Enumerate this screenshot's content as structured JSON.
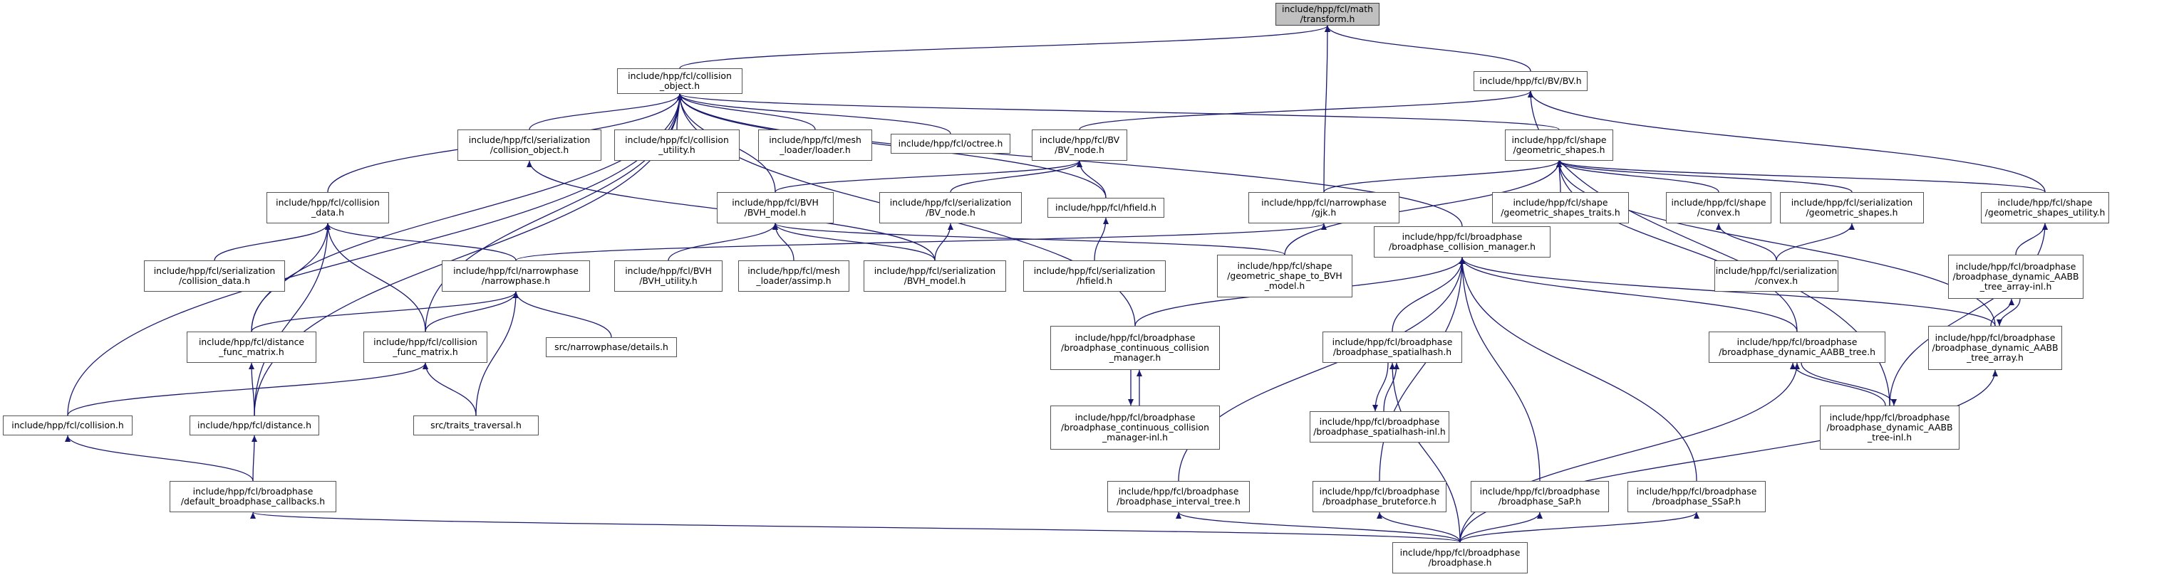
{
  "colors": {
    "edge": "#191970",
    "node_border": "#555555",
    "root_fill": "#c0c0c0",
    "background": "#ffffff"
  },
  "nodes": {
    "transform": [
      "include/hpp/fcl/math",
      "/transform.h"
    ],
    "collision_object": [
      "include/hpp/fcl/collision",
      "_object.h"
    ],
    "bv": [
      "include/hpp/fcl/BV/BV.h"
    ],
    "ser_collision_object": [
      "include/hpp/fcl/serialization",
      "/collision_object.h"
    ],
    "collision_utility": [
      "include/hpp/fcl/collision",
      "_utility.h"
    ],
    "mesh_loader": [
      "include/hpp/fcl/mesh",
      "_loader/loader.h"
    ],
    "octree": [
      "include/hpp/fcl/octree.h"
    ],
    "bv_node": [
      "include/hpp/fcl/BV",
      "/BV_node.h"
    ],
    "shape_geometric_shapes": [
      "include/hpp/fcl/shape",
      "/geometric_shapes.h"
    ],
    "collision_data": [
      "include/hpp/fcl/collision",
      "_data.h"
    ],
    "bvh_model": [
      "include/hpp/fcl/BVH",
      "/BVH_model.h"
    ],
    "ser_bv_node": [
      "include/hpp/fcl/serialization",
      "/BV_node.h"
    ],
    "hfield": [
      "include/hpp/fcl/hfield.h"
    ],
    "narrowphase_gjk": [
      "include/hpp/fcl/narrowphase",
      "/gjk.h"
    ],
    "shape_traits": [
      "include/hpp/fcl/shape",
      "/geometric_shapes_traits.h"
    ],
    "shape_convex": [
      "include/hpp/fcl/shape",
      "/convex.h"
    ],
    "ser_geometric_shapes": [
      "include/hpp/fcl/serialization",
      "/geometric_shapes.h"
    ],
    "shape_utility": [
      "include/hpp/fcl/shape",
      "/geometric_shapes_utility.h"
    ],
    "ser_collision_data": [
      "include/hpp/fcl/serialization",
      "/collision_data.h"
    ],
    "narrowphase": [
      "include/hpp/fcl/narrowphase",
      "/narrowphase.h"
    ],
    "bvh_utility": [
      "include/hpp/fcl/BVH",
      "/BVH_utility.h"
    ],
    "mesh_assimp": [
      "include/hpp/fcl/mesh",
      "_loader/assimp.h"
    ],
    "ser_bvh_model": [
      "include/hpp/fcl/serialization",
      "/BVH_model.h"
    ],
    "ser_hfield": [
      "include/hpp/fcl/serialization",
      "/hfield.h"
    ],
    "shape_to_bvh": [
      "include/hpp/fcl/shape",
      "/geometric_shape_to_BVH",
      "_model.h"
    ],
    "bp_collision_manager": [
      "include/hpp/fcl/broadphase",
      "/broadphase_collision_manager.h"
    ],
    "ser_convex": [
      "include/hpp/fcl/serialization",
      "/convex.h"
    ],
    "bp_aabb_array_inl": [
      "include/hpp/fcl/broadphase",
      "/broadphase_dynamic_AABB",
      "_tree_array-inl.h"
    ],
    "distance_func_matrix": [
      "include/hpp/fcl/distance",
      "_func_matrix.h"
    ],
    "collision_func_matrix": [
      "include/hpp/fcl/collision",
      "_func_matrix.h"
    ],
    "src_details": [
      "src/narrowphase/details.h"
    ],
    "bp_continuous": [
      "include/hpp/fcl/broadphase",
      "/broadphase_continuous_collision",
      "_manager.h"
    ],
    "bp_spatialhash": [
      "include/hpp/fcl/broadphase",
      "/broadphase_spatialhash.h"
    ],
    "bp_dynamic_aabb_tree": [
      "include/hpp/fcl/broadphase",
      "/broadphase_dynamic_AABB_tree.h"
    ],
    "bp_aabb_array": [
      "include/hpp/fcl/broadphase",
      "/broadphase_dynamic_AABB",
      "_tree_array.h"
    ],
    "collision": [
      "include/hpp/fcl/collision.h"
    ],
    "distance": [
      "include/hpp/fcl/distance.h"
    ],
    "src_traits": [
      "src/traits_traversal.h"
    ],
    "bp_continuous_inl": [
      "include/hpp/fcl/broadphase",
      "/broadphase_continuous_collision",
      "_manager-inl.h"
    ],
    "bp_spatialhash_inl": [
      "include/hpp/fcl/broadphase",
      "/broadphase_spatialhash-inl.h"
    ],
    "bp_aabb_tree_inl": [
      "include/hpp/fcl/broadphase",
      "/broadphase_dynamic_AABB",
      "_tree-inl.h"
    ],
    "bp_callbacks": [
      "include/hpp/fcl/broadphase",
      "/default_broadphase_callbacks.h"
    ],
    "bp_interval_tree": [
      "include/hpp/fcl/broadphase",
      "/broadphase_interval_tree.h"
    ],
    "bp_bruteforce": [
      "include/hpp/fcl/broadphase",
      "/broadphase_bruteforce.h"
    ],
    "bp_sap": [
      "include/hpp/fcl/broadphase",
      "/broadphase_SaP.h"
    ],
    "bp_ssap": [
      "include/hpp/fcl/broadphase",
      "/broadphase_SSaP.h"
    ],
    "broadphase": [
      "include/hpp/fcl/broadphase",
      "/broadphase.h"
    ]
  },
  "edges": [
    [
      "collision_object",
      "transform"
    ],
    [
      "bv",
      "transform"
    ],
    [
      "narrowphase_gjk",
      "transform"
    ],
    [
      "ser_collision_object",
      "collision_object"
    ],
    [
      "collision_utility",
      "collision_object"
    ],
    [
      "mesh_loader",
      "collision_object"
    ],
    [
      "octree",
      "collision_object"
    ],
    [
      "collision_data",
      "collision_object"
    ],
    [
      "bvh_model",
      "collision_object"
    ],
    [
      "hfield",
      "collision_object"
    ],
    [
      "collision_func_matrix",
      "collision_object"
    ],
    [
      "distance_func_matrix",
      "collision_object"
    ],
    [
      "collision",
      "collision_object"
    ],
    [
      "distance",
      "collision_object"
    ],
    [
      "bp_collision_manager",
      "collision_object"
    ],
    [
      "bp_continuous",
      "collision_object"
    ],
    [
      "shape_geometric_shapes",
      "collision_object"
    ],
    [
      "bv_node",
      "bv"
    ],
    [
      "shape_utility",
      "bv"
    ],
    [
      "bp_aabb_tree_inl",
      "bv"
    ],
    [
      "bvh_model",
      "bv_node"
    ],
    [
      "ser_bv_node",
      "bv_node"
    ],
    [
      "hfield",
      "bv_node"
    ],
    [
      "narrowphase_gjk",
      "shape_geometric_shapes"
    ],
    [
      "shape_traits",
      "shape_geometric_shapes"
    ],
    [
      "shape_convex",
      "shape_geometric_shapes"
    ],
    [
      "ser_geometric_shapes",
      "shape_geometric_shapes"
    ],
    [
      "shape_utility",
      "shape_geometric_shapes"
    ],
    [
      "shape_to_bvh",
      "shape_geometric_shapes"
    ],
    [
      "bp_dynamic_aabb_tree",
      "shape_geometric_shapes"
    ],
    [
      "bp_aabb_array",
      "shape_geometric_shapes"
    ],
    [
      "ser_collision_data",
      "collision_data"
    ],
    [
      "narrowphase",
      "collision_data"
    ],
    [
      "distance_func_matrix",
      "collision_data"
    ],
    [
      "collision_func_matrix",
      "collision_data"
    ],
    [
      "distance",
      "collision_data"
    ],
    [
      "bvh_utility",
      "bvh_model"
    ],
    [
      "mesh_assimp",
      "bvh_model"
    ],
    [
      "ser_bvh_model",
      "bvh_model"
    ],
    [
      "shape_to_bvh",
      "bvh_model"
    ],
    [
      "ser_bvh_model",
      "ser_collision_object"
    ],
    [
      "ser_bvh_model",
      "ser_bv_node"
    ],
    [
      "ser_hfield",
      "hfield"
    ],
    [
      "ser_convex",
      "shape_convex"
    ],
    [
      "ser_convex",
      "ser_geometric_shapes"
    ],
    [
      "bp_aabb_array_inl",
      "shape_utility"
    ],
    [
      "bp_aabb_tree_inl",
      "shape_utility"
    ],
    [
      "narrowphase",
      "narrowphase_gjk"
    ],
    [
      "distance_func_matrix",
      "narrowphase"
    ],
    [
      "collision_func_matrix",
      "narrowphase"
    ],
    [
      "src_details",
      "narrowphase"
    ],
    [
      "src_traits",
      "narrowphase"
    ],
    [
      "bp_continuous",
      "bp_collision_manager"
    ],
    [
      "bp_spatialhash",
      "bp_collision_manager"
    ],
    [
      "bp_dynamic_aabb_tree",
      "bp_collision_manager"
    ],
    [
      "bp_aabb_array",
      "bp_collision_manager"
    ],
    [
      "bp_interval_tree",
      "bp_collision_manager"
    ],
    [
      "bp_bruteforce",
      "bp_collision_manager"
    ],
    [
      "bp_sap",
      "bp_collision_manager"
    ],
    [
      "bp_ssap",
      "bp_collision_manager"
    ],
    [
      "bp_aabb_array_inl",
      "bp_aabb_array"
    ],
    [
      "bp_aabb_array",
      "bp_aabb_array_inl"
    ],
    [
      "bp_continuous_inl",
      "bp_continuous"
    ],
    [
      "bp_continuous",
      "bp_continuous_inl"
    ],
    [
      "bp_spatialhash_inl",
      "bp_spatialhash"
    ],
    [
      "bp_spatialhash",
      "bp_spatialhash_inl"
    ],
    [
      "bp_aabb_tree_inl",
      "bp_dynamic_aabb_tree"
    ],
    [
      "bp_dynamic_aabb_tree",
      "bp_aabb_tree_inl"
    ],
    [
      "distance",
      "distance_func_matrix"
    ],
    [
      "collision",
      "collision_func_matrix"
    ],
    [
      "src_traits",
      "collision_func_matrix"
    ],
    [
      "bp_callbacks",
      "collision"
    ],
    [
      "bp_callbacks",
      "distance"
    ],
    [
      "broadphase",
      "bp_callbacks"
    ],
    [
      "broadphase",
      "bp_interval_tree"
    ],
    [
      "broadphase",
      "bp_bruteforce"
    ],
    [
      "broadphase",
      "bp_sap"
    ],
    [
      "broadphase",
      "bp_ssap"
    ],
    [
      "broadphase",
      "bp_spatialhash"
    ],
    [
      "broadphase",
      "bp_dynamic_aabb_tree"
    ],
    [
      "broadphase",
      "bp_aabb_array"
    ]
  ]
}
